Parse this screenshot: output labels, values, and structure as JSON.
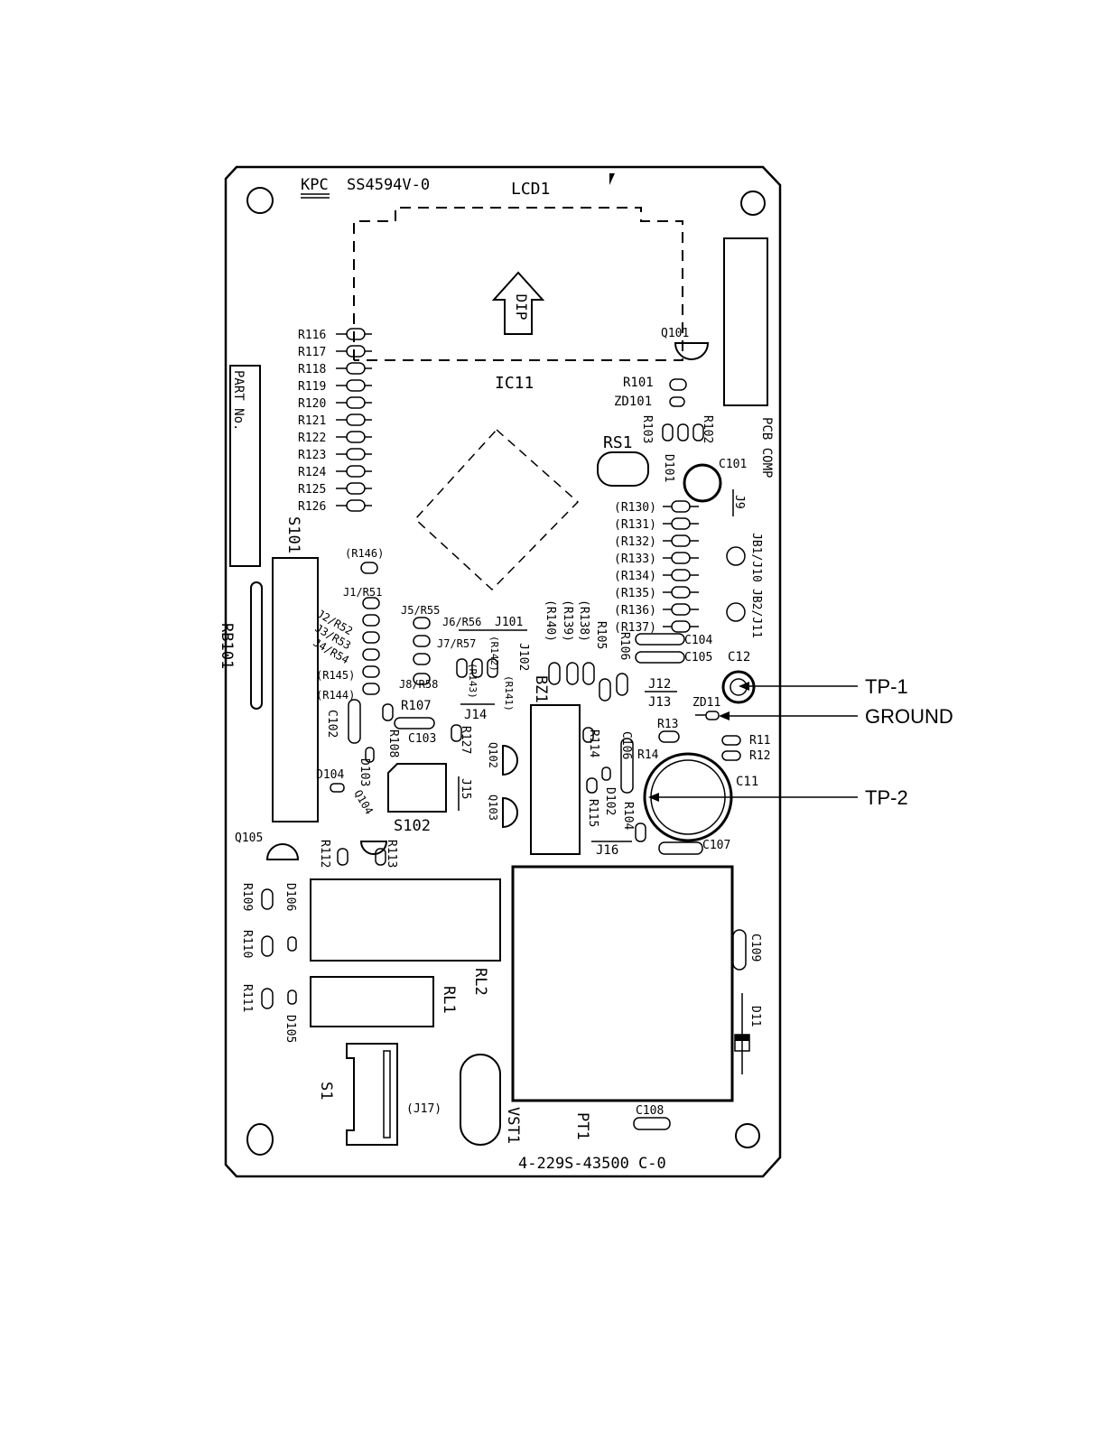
{
  "board": {
    "maker": "KPC",
    "model": "SS4594V-0",
    "part_number": "4-229S-43500  C-0",
    "part_no_box": "PART No.",
    "pcb_comp": "PCB COMP",
    "dip_arrow": "DIP"
  },
  "callouts": {
    "tp1": "TP-1",
    "ground": "GROUND",
    "tp2": "TP-2"
  },
  "modules": {
    "lcd": "LCD1",
    "ic": "IC11",
    "relay2": "RL2",
    "relay1": "RL1",
    "transformer": "PT1",
    "buzzer": "BZ1",
    "switch_s101": "S101",
    "rb101": "RB101",
    "s102": "S102",
    "s1": "S1",
    "j17": "(J17)",
    "vst1": "VST1",
    "rs1": "RS1"
  },
  "left_resistors": [
    "R116",
    "R117",
    "R118",
    "R119",
    "R120",
    "R121",
    "R122",
    "R123",
    "R124",
    "R125",
    "R126"
  ],
  "right_resistors": [
    "(R130)",
    "(R131)",
    "(R132)",
    "(R133)",
    "(R134)",
    "(R135)",
    "(R136)",
    "(R137)"
  ],
  "mid_left": [
    "J1/R51",
    "J2/R52",
    "J3/R53",
    "J4/R54",
    "(R145)",
    "(R144)",
    "(R146)"
  ],
  "mid_labels": [
    "J5/R55",
    "J6/R56",
    "J101",
    "J7/R57",
    "J8/R58",
    "J102",
    "(R142)",
    "(R143)",
    "(R141)",
    "J14",
    "R107",
    "C103",
    "R127",
    "R108",
    "Q102",
    "Q103",
    "J15",
    "D103",
    "C102",
    "D104",
    "Q104",
    "Q105",
    "R112",
    "R113",
    "R109",
    "R110",
    "R111",
    "D106",
    "D105"
  ],
  "vertical_r": [
    "(R140)",
    "(R139)",
    "(R138)",
    "R105",
    "R106"
  ],
  "right_cluster": [
    "Q101",
    "R101",
    "ZD101",
    "R103",
    "R102",
    "D101",
    "C101",
    "J9",
    "JB1/J10",
    "JB2/J11",
    "C104",
    "C105",
    "C12",
    "J12",
    "J13",
    "ZD11",
    "R13",
    "R11",
    "R12",
    "R14",
    "C106",
    "R114",
    "D102",
    "R115",
    "R104",
    "C11",
    "C107",
    "J16",
    "C109",
    "D11",
    "C108"
  ]
}
